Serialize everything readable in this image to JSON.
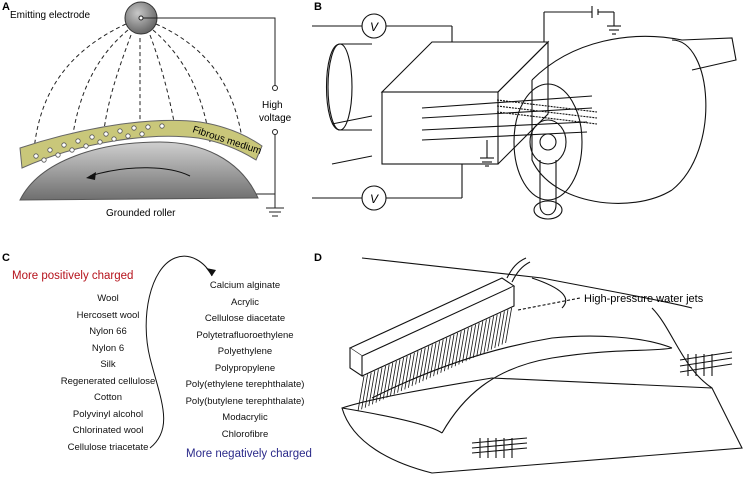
{
  "panels": {
    "a": {
      "label": "A",
      "emitting_electrode": "Emitting electrode",
      "high_voltage_line1": "High",
      "high_voltage_line2": "voltage",
      "fibrous_medium": "Fibrous medium",
      "grounded_roller": "Grounded roller"
    },
    "b": {
      "label": "B",
      "voltmeter_symbol": "V"
    },
    "c": {
      "label": "C",
      "positive_heading": "More positively charged",
      "negative_heading": "More negatively charged",
      "positive_series": [
        "Wool",
        "Hercosett wool",
        "Nylon 66",
        "Nylon 6",
        "Silk",
        "Regenerated cellulose",
        "Cotton",
        "Polyvinyl alcohol",
        "Chlorinated wool",
        "Cellulose triacetate"
      ],
      "negative_series": [
        "Calcium alginate",
        "Acrylic",
        "Cellulose diacetate",
        "Polytetrafluoroethylene",
        "Polyethylene",
        "Polypropylene",
        "Poly(ethylene terephthalate)",
        "Poly(butylene terephthalate)",
        "Modacrylic",
        "Chlorofibre"
      ]
    },
    "d": {
      "label": "D",
      "water_jets": "High-pressure water jets"
    }
  },
  "colors": {
    "positive": "#b5121b",
    "negative": "#2b2a8a",
    "fibrous_medium": "#c9c77a",
    "roller": "#8f8f8f",
    "electrode": "#777777"
  }
}
